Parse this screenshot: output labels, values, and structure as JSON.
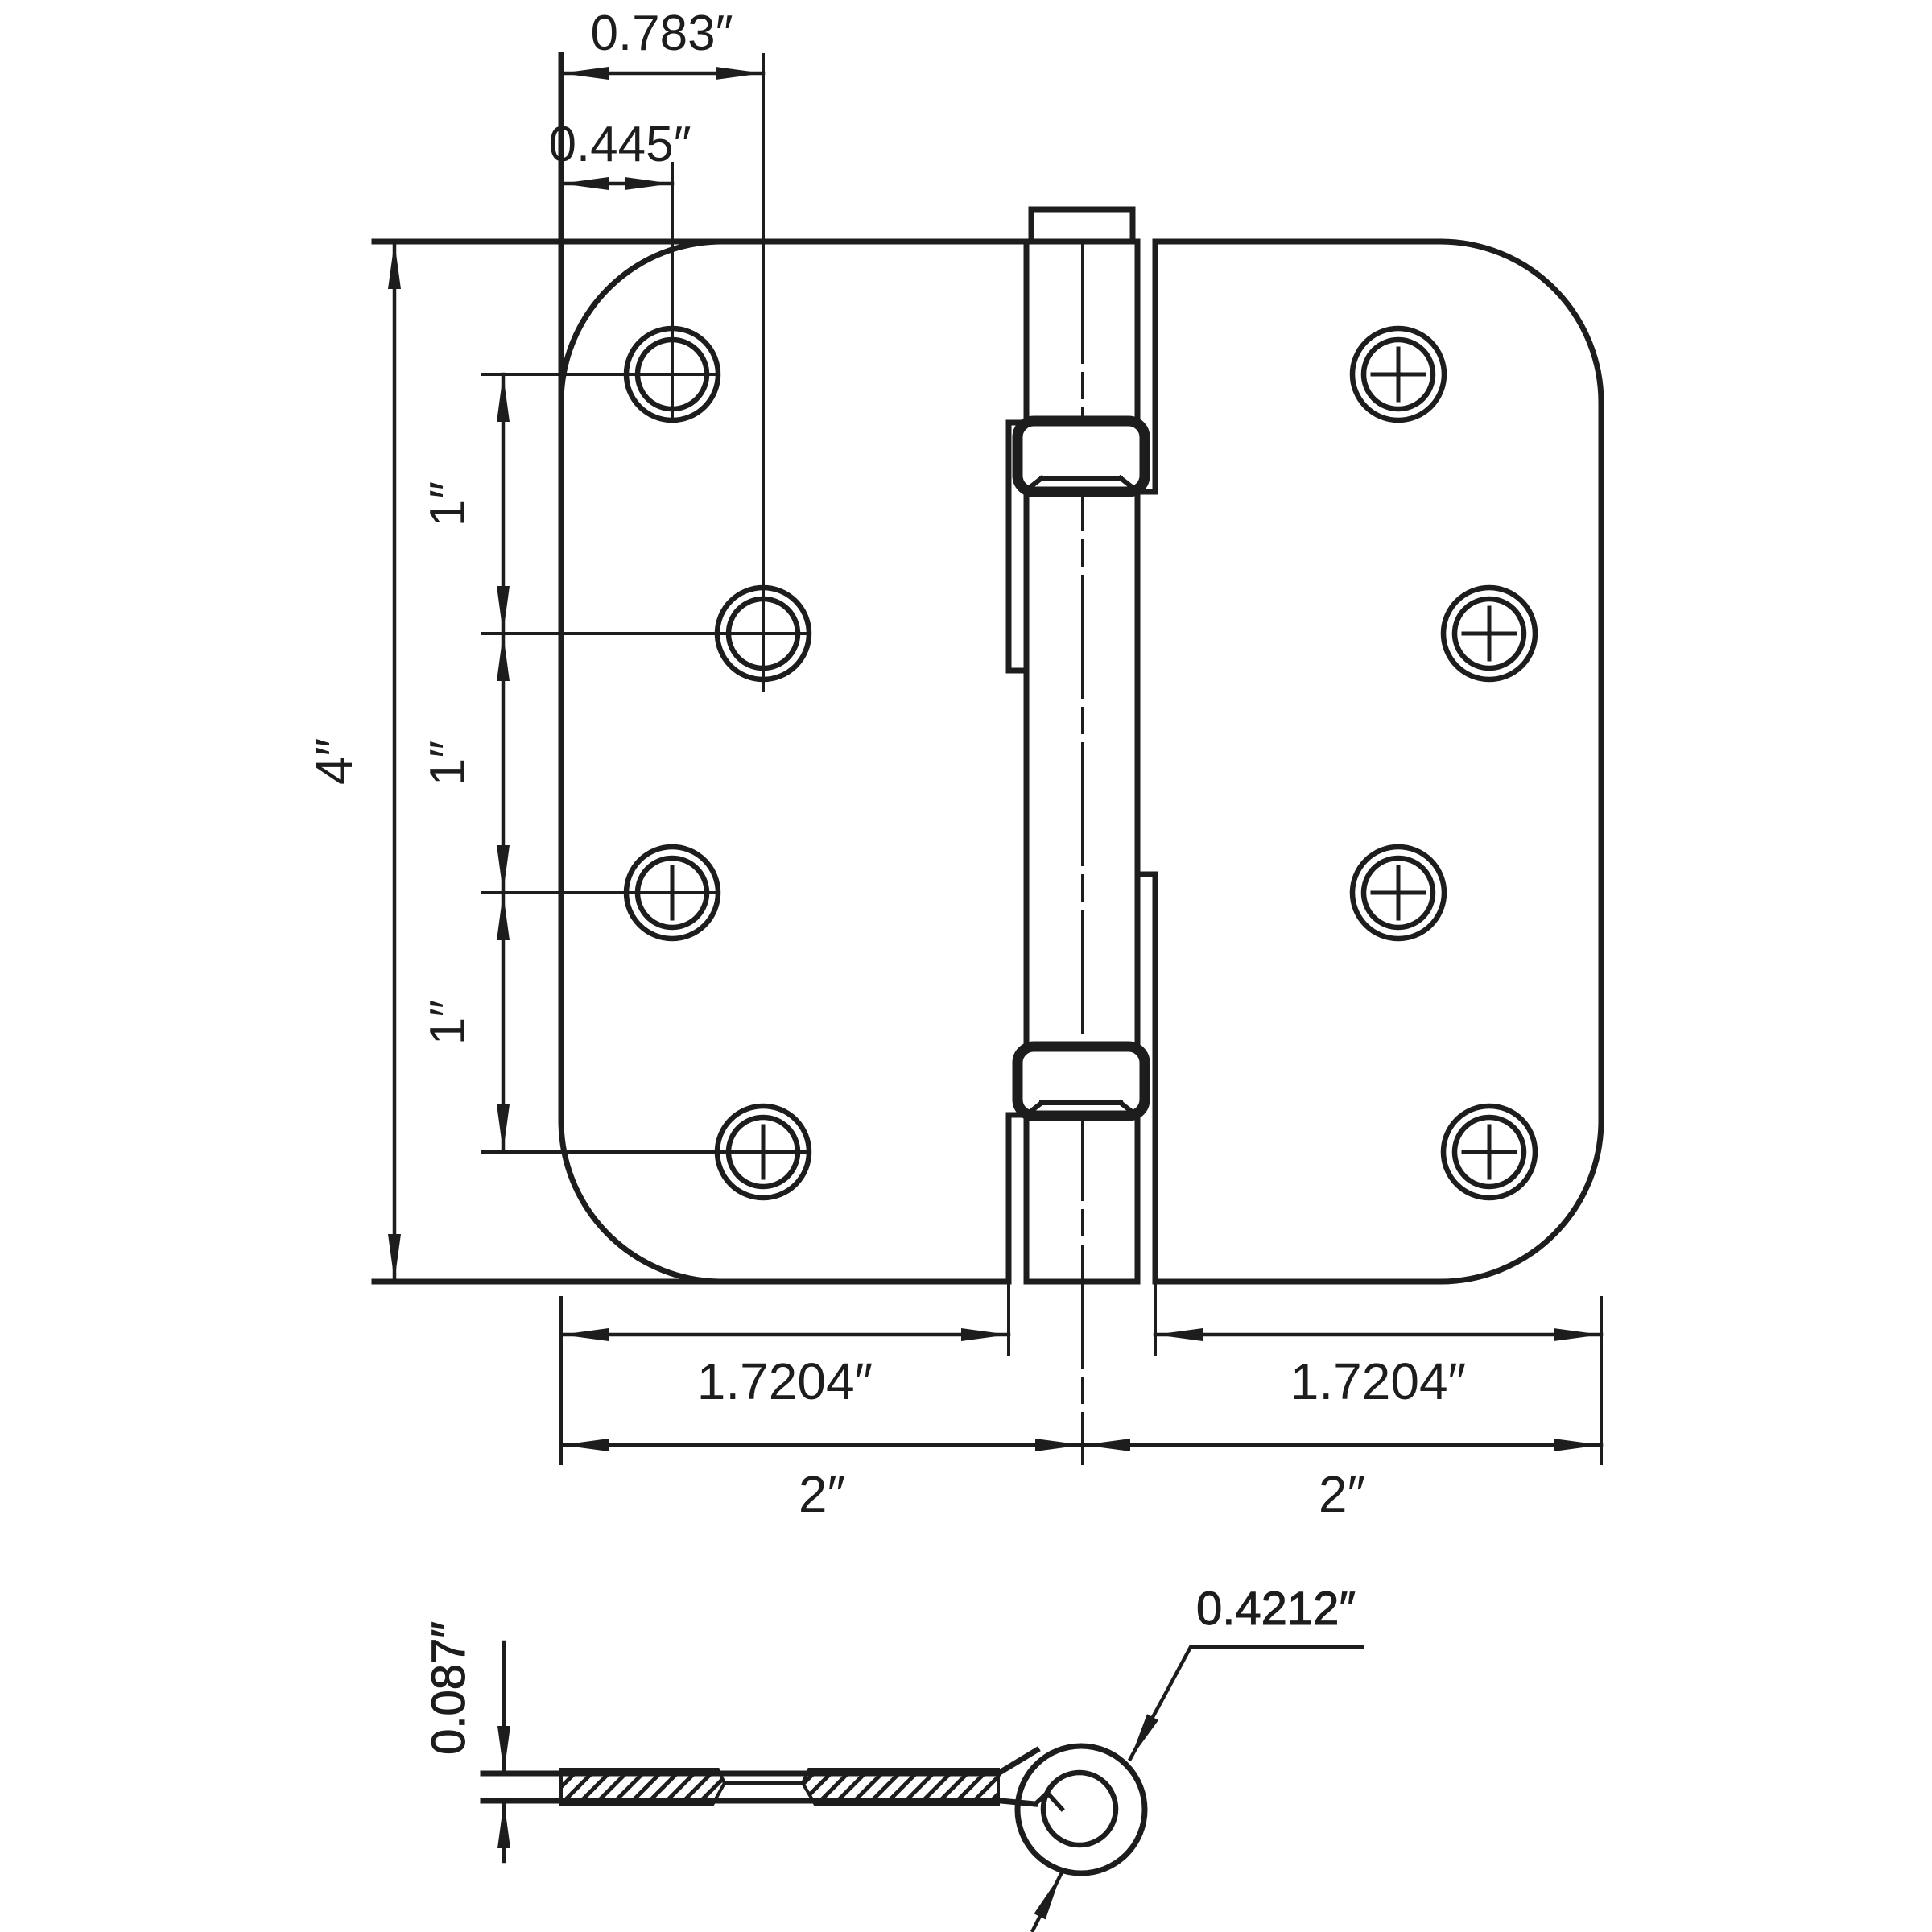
{
  "drawing": {
    "kind": "door-hinge technical dimension drawing",
    "background": "#ffffff",
    "line_color": "#1d1d1d",
    "plan_view": {
      "dimensions": {
        "hole_col_outer": "0.783″",
        "hole_col_inner": "0.445″",
        "overall_height": "4″",
        "hole_pitch_1": "1″",
        "hole_pitch_2": "1″",
        "hole_pitch_3": "1″",
        "leaf_width_left": "1.7204″",
        "leaf_width_right": "1.7204″",
        "half_width_left": "2″",
        "half_width_right": "2″"
      },
      "features": {
        "screw_holes": 8,
        "knuckle_bearings": 2,
        "corner_style": "radius corners"
      }
    },
    "section_view": {
      "dimensions": {
        "leaf_thickness": "0.087″",
        "knuckle_diameter": "0.4212″"
      }
    }
  }
}
